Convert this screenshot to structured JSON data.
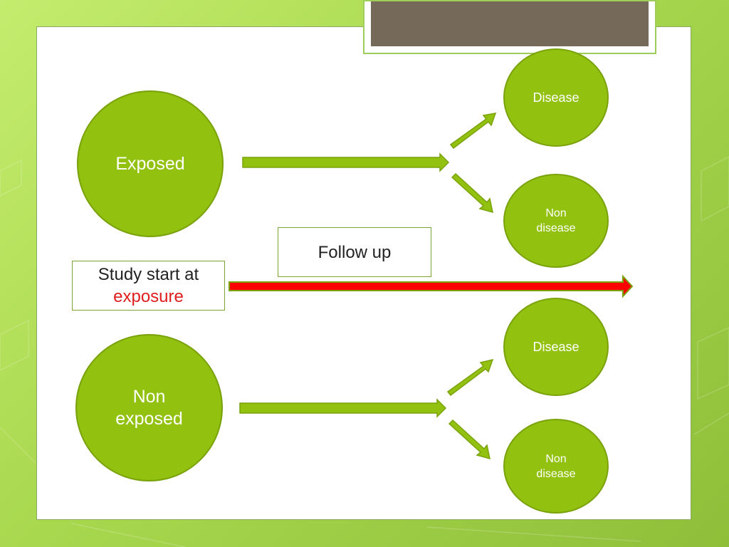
{
  "nodes": {
    "exposed": "Exposed",
    "non_exposed": "Non\nexposed",
    "disease_top": "Disease",
    "non_disease_top": "Non\ndisease",
    "disease_bottom": "Disease",
    "non_disease_bottom": "Non\ndisease"
  },
  "labels": {
    "follow_up": "Follow up",
    "study_start_line1": "Study start at",
    "study_start_line2": "exposure"
  },
  "colors": {
    "circle_fill": "#92c10f",
    "arrow_fill": "#92c10f",
    "timeline_fill": "#ff0000",
    "accent_text": "#e01e1e",
    "title_plate": "#756a5a"
  }
}
